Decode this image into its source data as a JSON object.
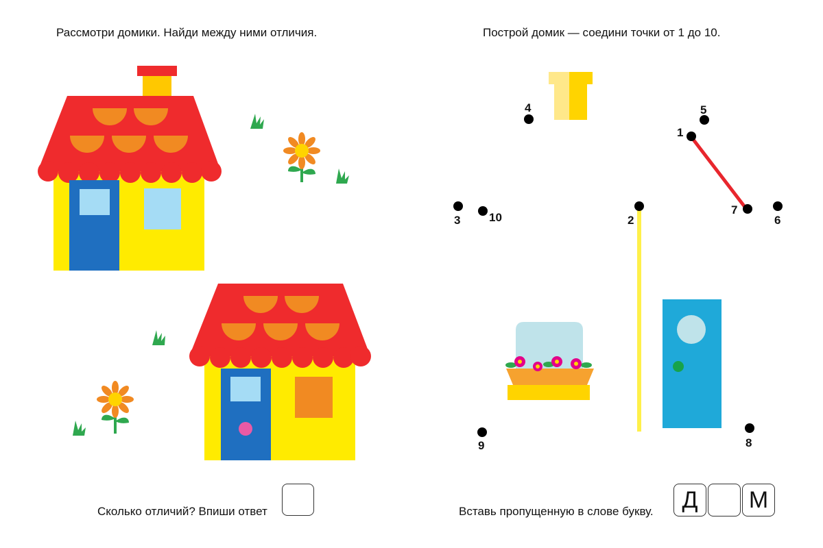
{
  "left_page": {
    "instruction": "Рассмотри домики. Найди между ними отличия.",
    "question": "Сколько отличий? Впиши ответ",
    "answer": ""
  },
  "right_page": {
    "instruction": "Построй домик — соедини точки от 1 до 10.",
    "dot_labels": [
      "1",
      "2",
      "3",
      "4",
      "5",
      "6",
      "7",
      "8",
      "9",
      "10"
    ],
    "word_task": "Вставь пропущенную в слове букву.",
    "word_letters": [
      "Д",
      "",
      "М"
    ]
  },
  "colors": {
    "roof": "#ef2b2d",
    "tile": "#f18a22",
    "wall": "#ffeb00",
    "door": "#1f6fc0",
    "window": "#a5dcf5",
    "chimney": "#ffc800",
    "blue_door": "#1fa9d9",
    "grass": "#2fa84f",
    "line_red": "#e8262d",
    "line_yellow": "#fff04a"
  }
}
